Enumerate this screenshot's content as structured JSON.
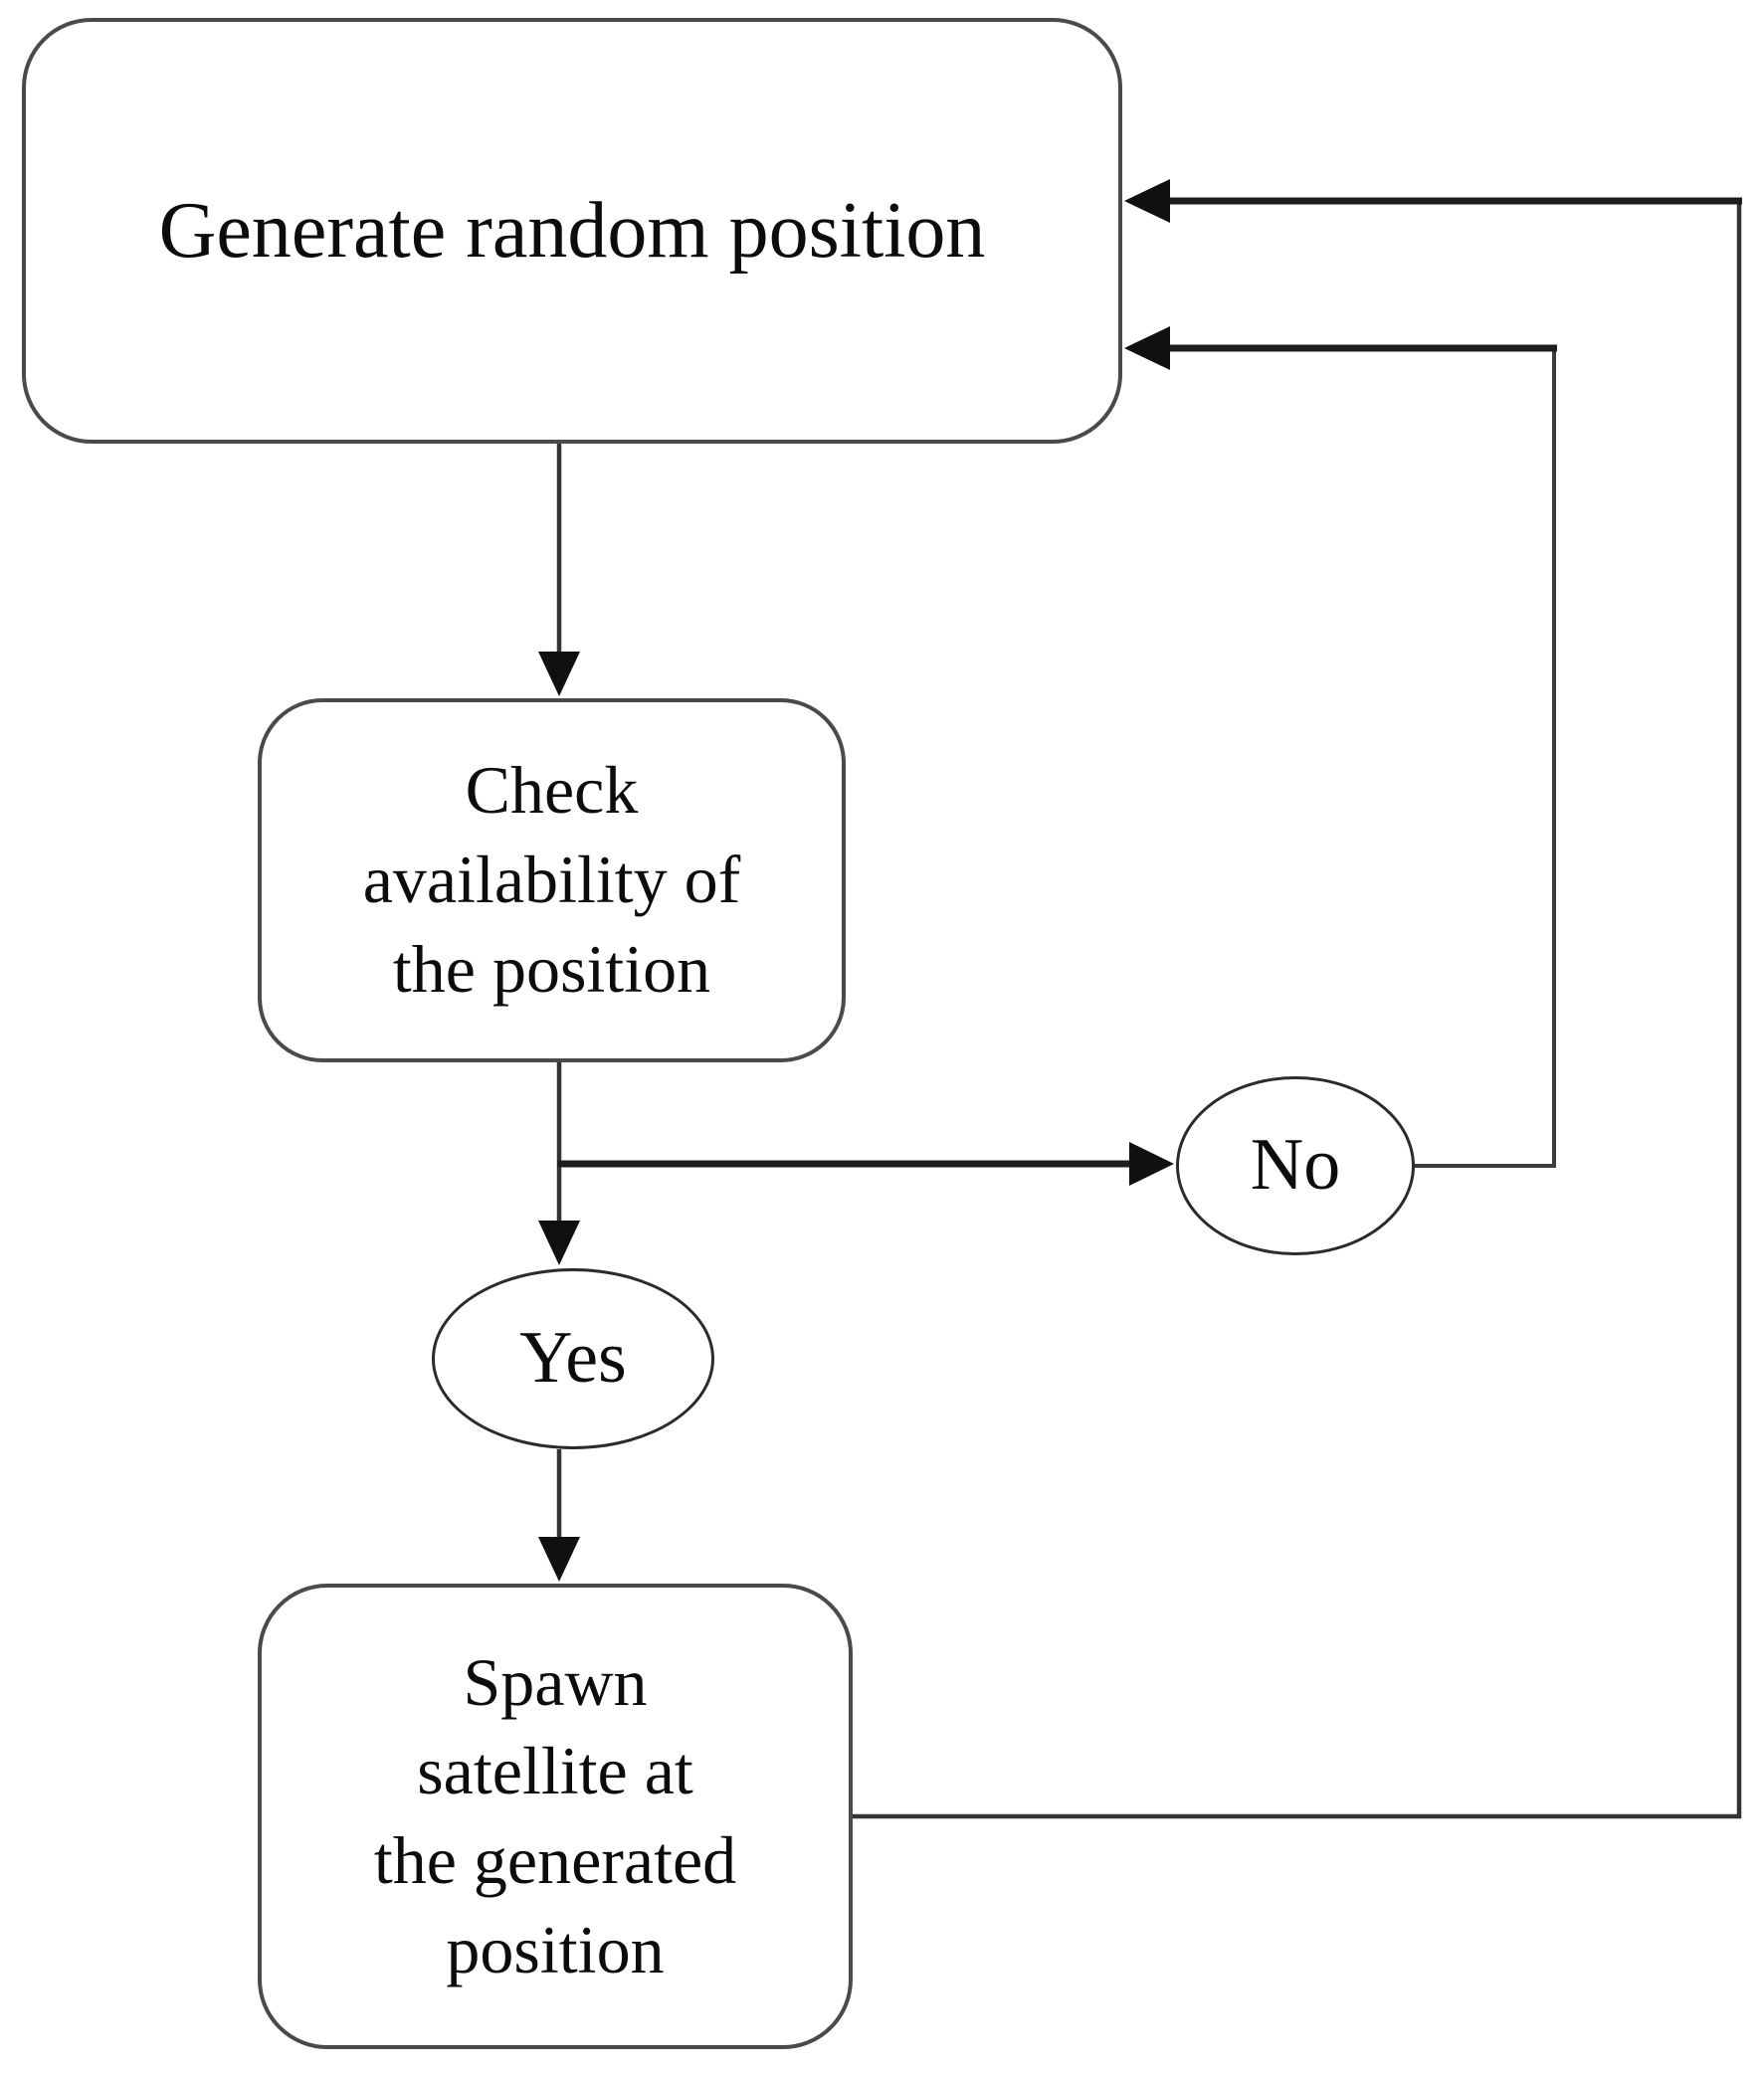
{
  "diagram": {
    "title_hint": "satellite spawn position flowchart",
    "nodes": {
      "generate": {
        "type": "rounded-rect",
        "label": "Generate random position"
      },
      "check": {
        "type": "rounded-rect",
        "label": "Check\navailability of\nthe position"
      },
      "no": {
        "type": "ellipse",
        "label": "No"
      },
      "yes": {
        "type": "ellipse",
        "label": "Yes"
      },
      "spawn": {
        "type": "rounded-rect",
        "label": "Spawn\nsatellite at\nthe generated\nposition"
      }
    },
    "edges": [
      {
        "from": "generate",
        "to": "check",
        "style": "straight-down-arrow"
      },
      {
        "from": "check",
        "to": "no",
        "style": "branch-right-arrow"
      },
      {
        "from": "check",
        "to": "yes",
        "style": "straight-down-arrow"
      },
      {
        "from": "yes",
        "to": "spawn",
        "style": "straight-down-arrow"
      },
      {
        "from": "no",
        "to": "generate",
        "style": "loop-right-up-arrow"
      },
      {
        "from": "spawn",
        "to": "generate",
        "style": "loop-right-up-arrow"
      }
    ],
    "colors": {
      "background": "#ffffff",
      "node_border": "#4a4a4a",
      "ellipse_border": "#2b2b2b",
      "line": "#3c3c3c",
      "thick_arrow": "#1e1e1e",
      "arrowhead": "#101010",
      "text": "#0c0c0c"
    }
  }
}
